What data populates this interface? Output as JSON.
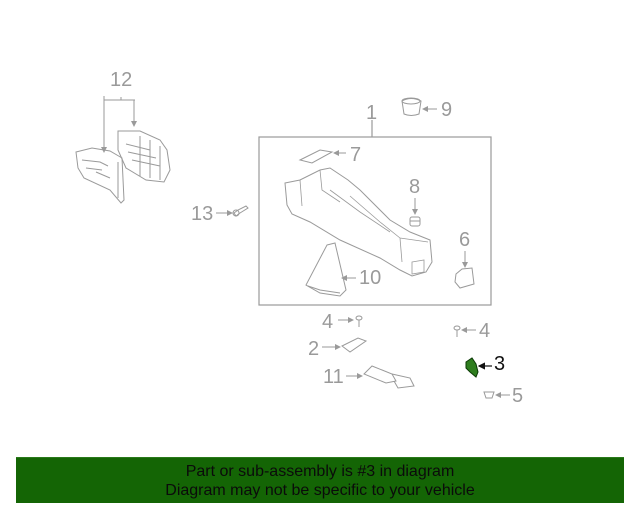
{
  "diagram": {
    "title": "Center console assembly exploded parts diagram",
    "highlight_color": "#2e7d1e",
    "line_color": "#9a9a9a",
    "callouts": [
      {
        "id": "1",
        "label": "1",
        "part": "console-assembly"
      },
      {
        "id": "2",
        "label": "2",
        "part": "bracket"
      },
      {
        "id": "3",
        "label": "3",
        "part": "clip",
        "highlighted": true
      },
      {
        "id": "4a",
        "label": "4",
        "part": "screw"
      },
      {
        "id": "4b",
        "label": "4",
        "part": "screw"
      },
      {
        "id": "5",
        "label": "5",
        "part": "retainer"
      },
      {
        "id": "6",
        "label": "6",
        "part": "mat"
      },
      {
        "id": "7",
        "label": "7",
        "part": "cover"
      },
      {
        "id": "8",
        "label": "8",
        "part": "bumper"
      },
      {
        "id": "9",
        "label": "9",
        "part": "cup-holder"
      },
      {
        "id": "10",
        "label": "10",
        "part": "shift-boot"
      },
      {
        "id": "11",
        "label": "11",
        "part": "bracket"
      },
      {
        "id": "12",
        "label": "12",
        "part": "side-panels"
      },
      {
        "id": "13",
        "label": "13",
        "part": "screw"
      }
    ]
  },
  "banner": {
    "line1": "Part or sub-assembly is #3 in diagram",
    "line2": "Diagram may not be specific to your vehicle",
    "background": "#146505"
  }
}
